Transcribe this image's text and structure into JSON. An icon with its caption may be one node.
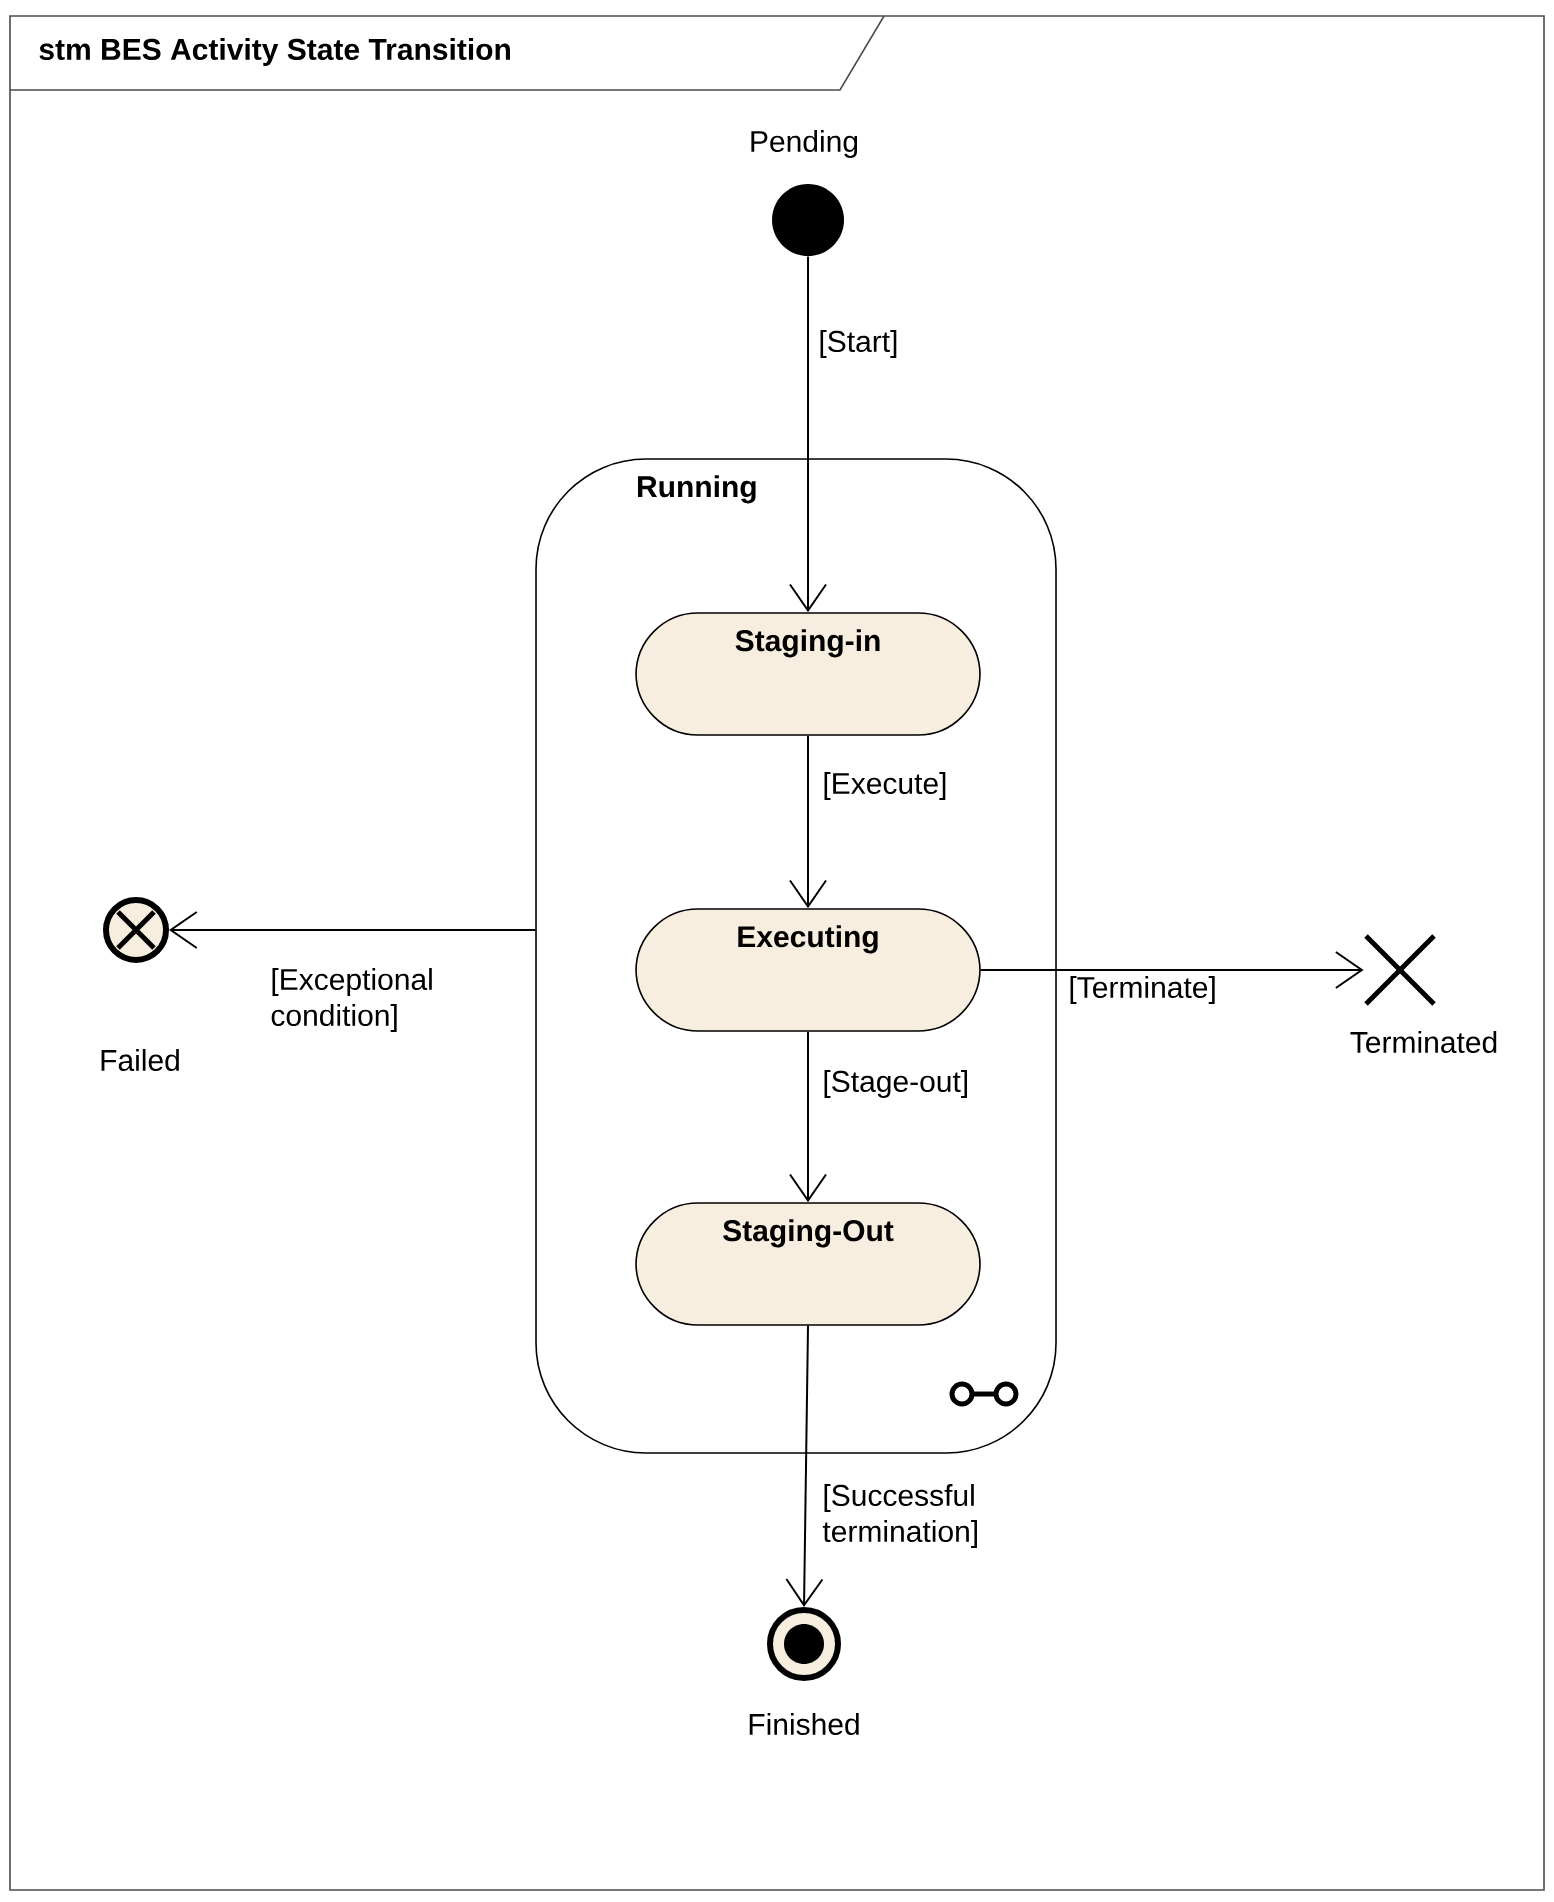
{
  "diagram": {
    "title": "stm BES Activity State Transition",
    "nodes": [
      {
        "text": [],
        "shape": "circle",
        "beside": [
          "Pending"
        ]
      },
      {
        "text": [
          "Running"
        ]
      },
      {
        "text": [
          "Staging-in"
        ],
        "in": 1
      },
      {
        "text": [
          "Executing"
        ],
        "in": 1
      },
      {
        "text": [
          "Staging-Out"
        ],
        "in": 1
      },
      {
        "text": [],
        "shape": "circle",
        "beside": [
          "Failed"
        ]
      },
      {
        "text": [],
        "shape": "cross",
        "beside": [
          "Terminated"
        ]
      },
      {
        "text": [],
        "shape": "circle",
        "beside": [
          "Finished"
        ]
      }
    ],
    "edges": [
      {
        "from": 0,
        "to": 2,
        "arrow": "to",
        "label": "[Start]"
      },
      {
        "from": 2,
        "to": 3,
        "arrow": "to",
        "label": "[Execute]"
      },
      {
        "from": 1,
        "to": 5,
        "arrow": "to",
        "label": "[Exceptional condition]"
      },
      {
        "from": 3,
        "to": 6,
        "arrow": "to",
        "label": "[Terminate]"
      },
      {
        "from": 3,
        "to": 4,
        "arrow": "to",
        "label": "[Stage-out]"
      },
      {
        "from": 4,
        "to": 7,
        "arrow": "to",
        "label": "[Successful termination]"
      }
    ]
  }
}
